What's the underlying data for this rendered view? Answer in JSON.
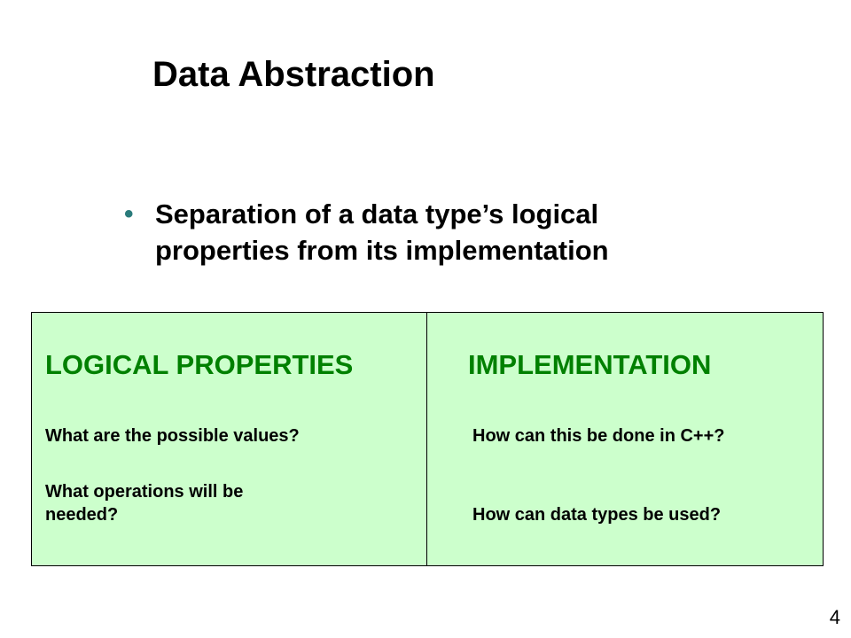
{
  "slide": {
    "title": "Data Abstraction",
    "bullet": "Separation of a data type’s logical properties from its implementation",
    "left": {
      "heading": "LOGICAL PROPERTIES",
      "q1": "What are the possible values?",
      "q2_line1": "What operations will be",
      "q2_line2": "needed?"
    },
    "right": {
      "heading": "IMPLEMENTATION",
      "q1": "How can this be done in C++?",
      "q2": "How can data types be used?"
    },
    "page_number": "4"
  },
  "colors": {
    "box_fill": "#ccffcc",
    "heading": "#008000",
    "bullet": "#2a7b7b"
  }
}
